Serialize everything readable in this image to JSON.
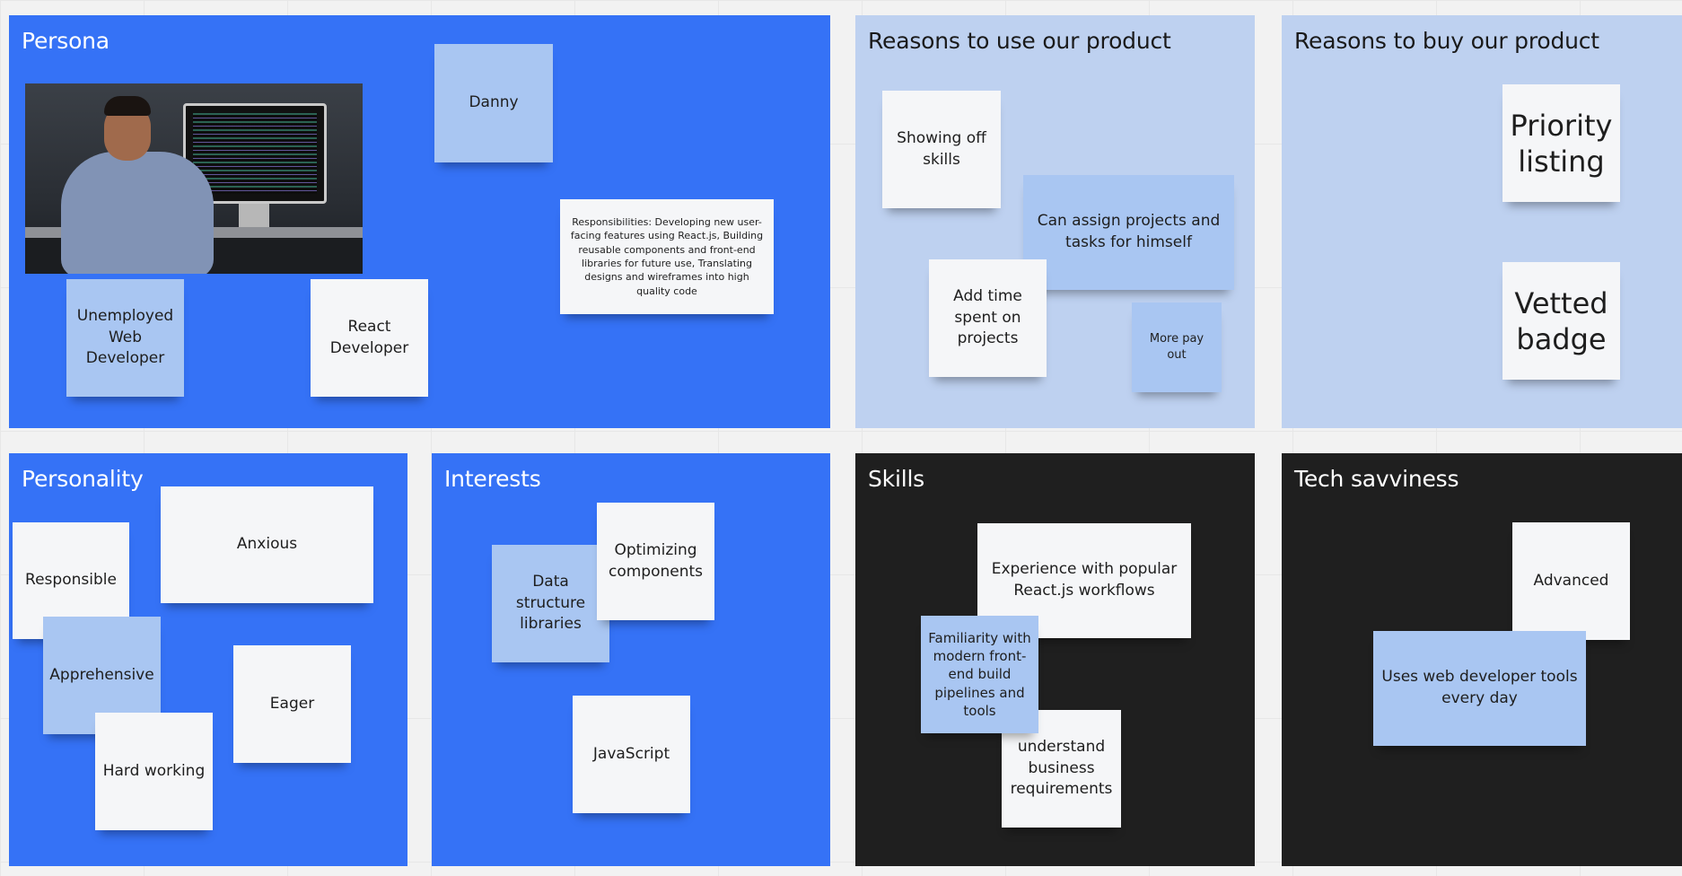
{
  "frames": {
    "persona": {
      "title": "Persona",
      "image_alt": "Man at desk with computer monitor",
      "stickies": {
        "danny": "Danny",
        "responsibilities": "Responsibilities: Developing new user-facing features using React.js, Building reusable components and front-end libraries for future use, Translating designs and wireframes into high quality code",
        "unemployed": "Unemployed Web Developer",
        "react_dev": "React Developer"
      }
    },
    "reasons_use": {
      "title": "Reasons to use our product",
      "stickies": {
        "showing_off": "Showing off skills",
        "assign_projects": "Can assign projects and tasks for himself",
        "add_time": "Add time spent on projects",
        "more_pay": "More pay out"
      }
    },
    "reasons_buy": {
      "title": "Reasons to buy our product",
      "stickies": {
        "priority": "Priority listing",
        "vetted": "Vetted badge"
      }
    },
    "personality": {
      "title": "Personality",
      "stickies": {
        "responsible": "Responsible",
        "anxious": "Anxious",
        "apprehensive": "Apprehensive",
        "eager": "Eager",
        "hard_working": "Hard working"
      }
    },
    "interests": {
      "title": "Interests",
      "stickies": {
        "data_structure": "Data structure libraries",
        "optimizing": "Optimizing components",
        "javascript": "JavaScript"
      }
    },
    "skills": {
      "title": "Skills",
      "stickies": {
        "experience": "Experience with popular React.js workflows",
        "familiarity": "Familiarity with modern front-end build pipelines and tools",
        "understand": "understand business requirements"
      }
    },
    "tech": {
      "title": "Tech savviness",
      "stickies": {
        "advanced": "Advanced",
        "uses_tools": "Uses web developer tools every day"
      }
    }
  },
  "colors": {
    "canvas": "#f2f2f2",
    "frame_blue": "#3572f6",
    "frame_light_blue": "#bed1f0",
    "frame_dark": "#1f1f1f",
    "sticky_white": "#f5f6f8",
    "sticky_light_blue": "#a9c6f2"
  }
}
